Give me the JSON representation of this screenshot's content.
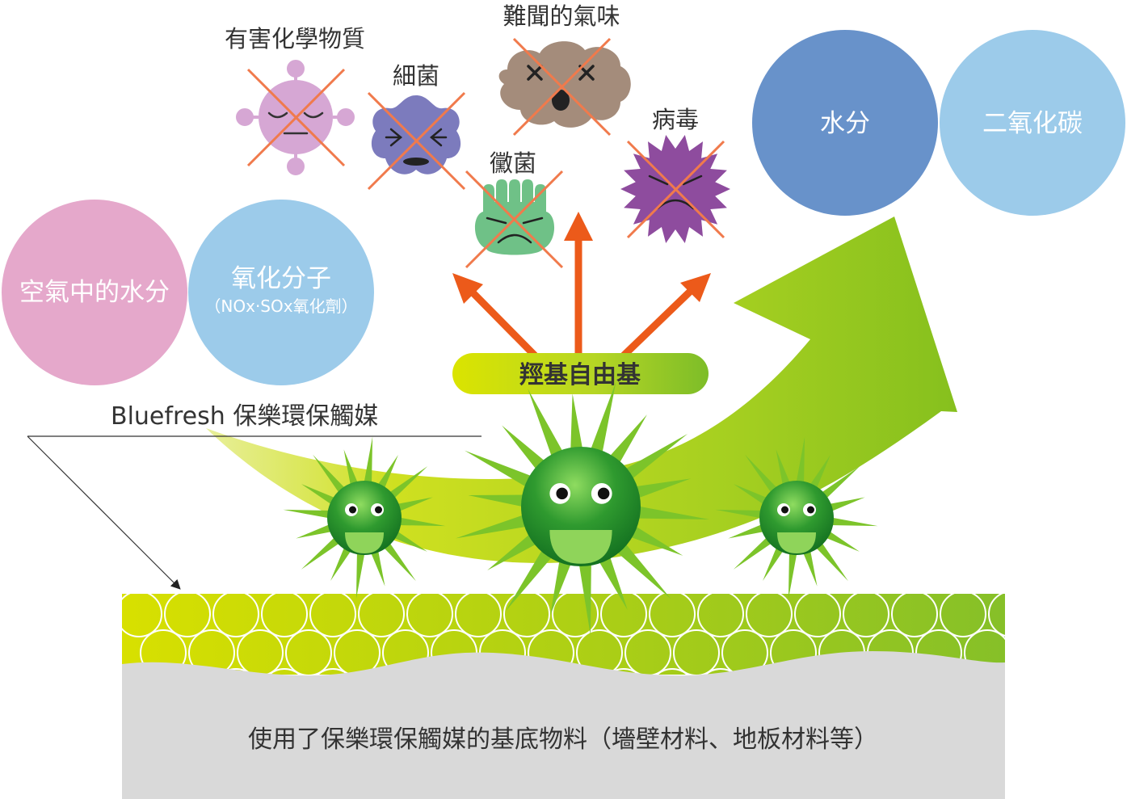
{
  "labels": {
    "chemicals": "有害化學物質",
    "bacteria": "細菌",
    "odor": "難聞的氣味",
    "mold": "黴菌",
    "virus": "病毒",
    "water_out": "水分",
    "co2_out": "二氧化碳",
    "air_moisture": "空氣中的水分",
    "oxidizer_title": "氧化分子",
    "oxidizer_sub": "（NOx·SOx氧化劑）",
    "hydroxyl": "羥基自由基",
    "bluefresh": "Bluefresh 保樂環保觸媒",
    "substrate": "使用了保樂環保觸媒的基底物料（墻壁材料、地板材料等）"
  },
  "colors": {
    "pink_circle": "#e5a8cb",
    "blue_circle_light": "#9ccbea",
    "blue_circle_dark": "#6892ca",
    "cross_red": "#f07a4c",
    "arrow_orange": "#ec5a1a",
    "green_light": "#d4e000",
    "green_dark": "#7fbf2a",
    "catalyst_green": "#2e8f2e",
    "substrate_gray": "#d9d9d9"
  }
}
